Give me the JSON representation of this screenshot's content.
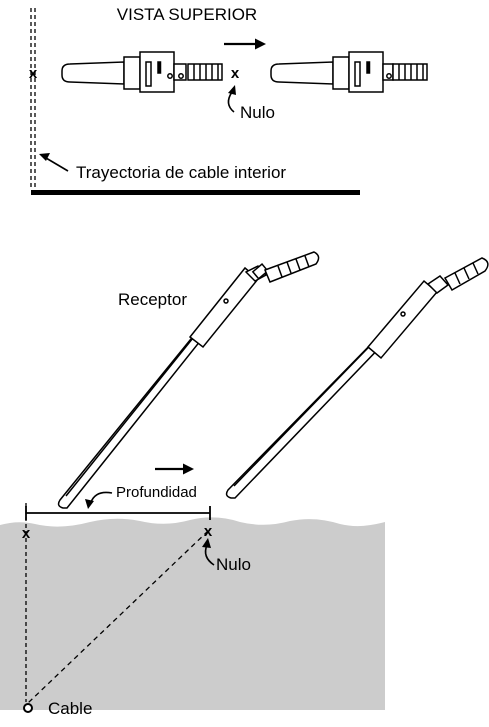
{
  "top_view": {
    "title": "VISTA SUPERIOR",
    "marker_left": "x",
    "marker_null": "x",
    "null_label": "Nulo",
    "cable_path_label": "Trayectoria de cable interior"
  },
  "side_view": {
    "receiver_label": "Receptor",
    "depth_label": "Profundidad",
    "marker_left": "x",
    "marker_null": "x",
    "null_label": "Nulo",
    "cable_marker": "o",
    "cable_label": "Cable"
  },
  "colors": {
    "ground": "#cccccc",
    "line": "#000000",
    "background": "#ffffff"
  }
}
